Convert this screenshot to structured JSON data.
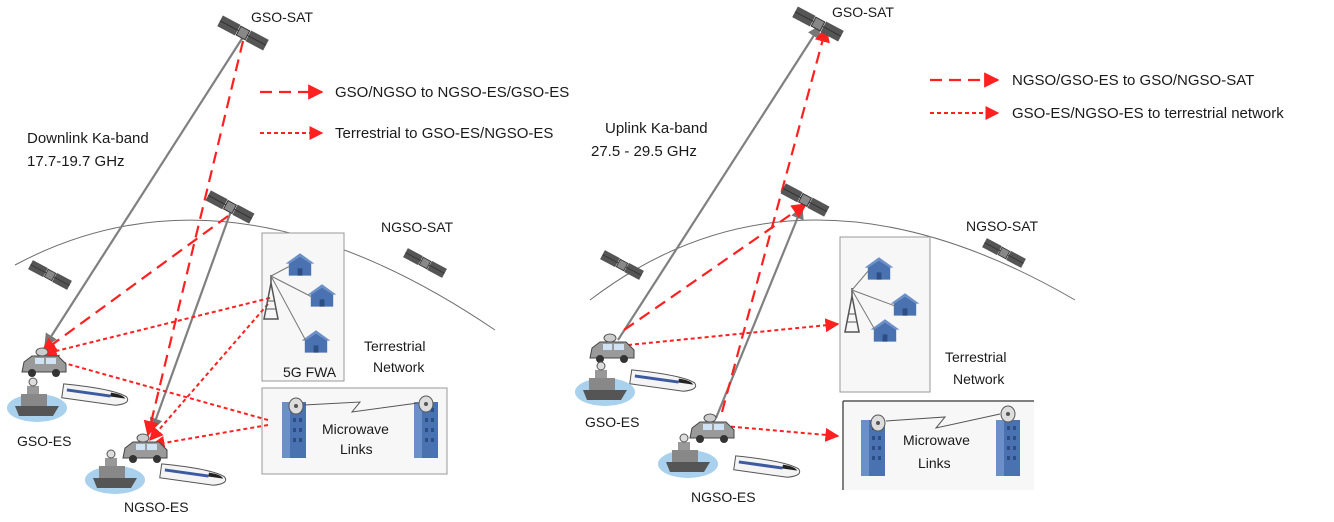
{
  "left": {
    "gso_sat_label": "GSO-SAT",
    "ngso_sat_label": "NGSO-SAT",
    "band_line1": "Downlink Ka-band",
    "band_line2": "17.7-19.7 GHz",
    "legend_dashed": "GSO/NGSO to NGSO-ES/GSO-ES",
    "legend_dotted": "Terrestrial to GSO-ES/NGSO-ES",
    "fwa_label": "5G FWA",
    "terrestrial_line1": "Terrestrial",
    "terrestrial_line2": "Network",
    "microwave_line1": "Microwave",
    "microwave_line2": "Links",
    "gso_es_label": "GSO-ES",
    "ngso_es_label": "NGSO-ES"
  },
  "right": {
    "gso_sat_label": "GSO-SAT",
    "ngso_sat_label": "NGSO-SAT",
    "band_line1": "Uplink Ka-band",
    "band_line2": "27.5 - 29.5 GHz",
    "legend_dashed": "NGSO/GSO-ES to GSO/NGSO-SAT",
    "legend_dotted": "GSO-ES/NGSO-ES to terrestrial network",
    "terrestrial_line1": "Terrestrial",
    "terrestrial_line2": "Network",
    "microwave_line1": "Microwave",
    "microwave_line2": "Links",
    "gso_es_label": "GSO-ES",
    "ngso_es_label": "NGSO-ES"
  },
  "colors": {
    "interference_red": "#ff2020",
    "signal_gray": "#808080",
    "building_blue": "#4a72b0",
    "ship_halo": "#a9d0ec"
  }
}
